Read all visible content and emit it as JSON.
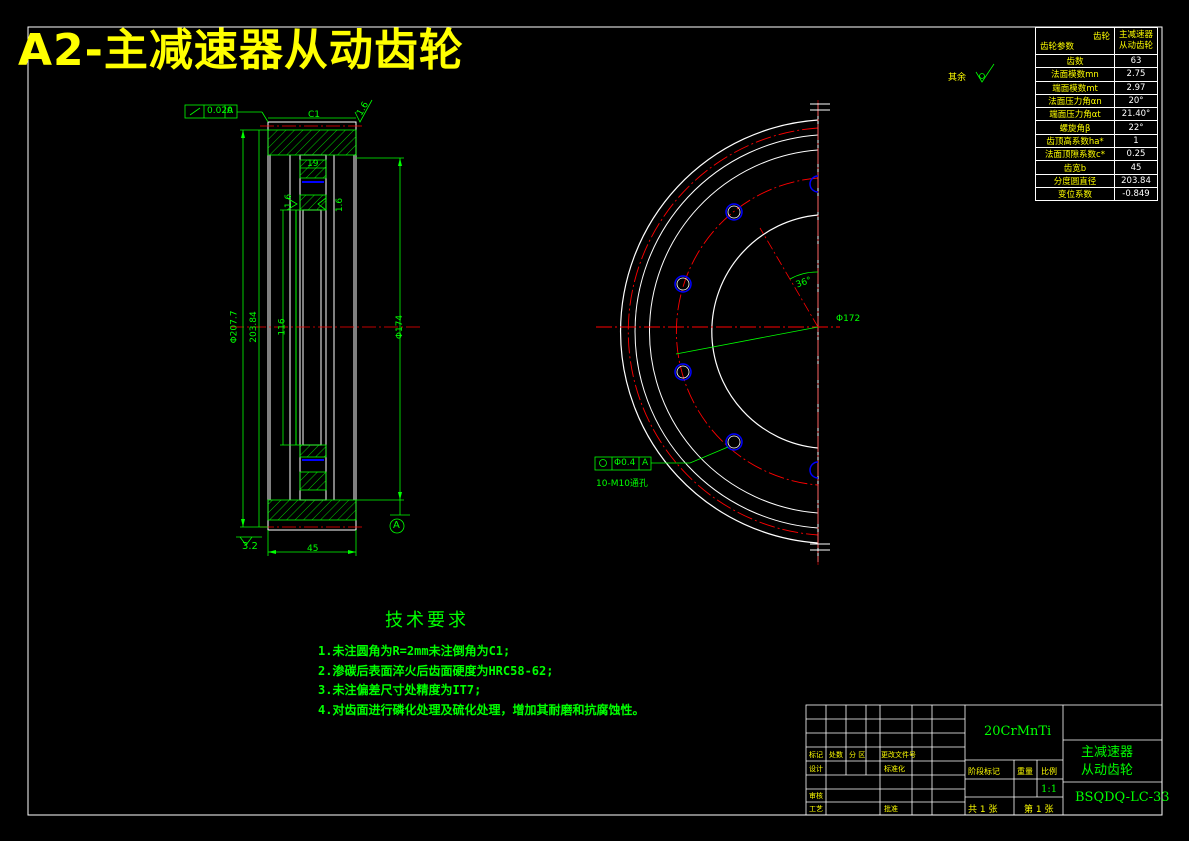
{
  "title": "A2-主减速器从动齿轮",
  "gear_params": {
    "header_left": "齿轮参数",
    "header_mid": "齿轮",
    "header_right": "主减速器从动齿轮",
    "rows": [
      {
        "label": "齿数",
        "value": "63"
      },
      {
        "label": "法面模数mn",
        "value": "2.75"
      },
      {
        "label": "端面模数mt",
        "value": "2.97"
      },
      {
        "label": "法面压力角αn",
        "value": "20°"
      },
      {
        "label": "端面压力角αt",
        "value": "21.40°"
      },
      {
        "label": "螺旋角β",
        "value": "22°"
      },
      {
        "label": "齿顶高系数ha*",
        "value": "1"
      },
      {
        "label": "法面顶隙系数c*",
        "value": "0.25"
      },
      {
        "label": "齿宽b",
        "value": "45"
      },
      {
        "label": "分度圆直径",
        "value": "203.84"
      },
      {
        "label": "变位系数",
        "value": "-0.849"
      }
    ]
  },
  "annotations": {
    "other_roughness": "其余",
    "runout_tol": "0.020",
    "datum": "A",
    "chamfer": "C1",
    "rough_top": "1.6",
    "rough_left": "1.6",
    "rough_right": "1.6",
    "rough_bottom": "3.2",
    "dim_19": "19",
    "dim_116": "116",
    "dim_outer": "Φ207.7",
    "dim_203": "203.84",
    "dim_174": "Φ174",
    "dim_45": "45",
    "dim_172": "Φ172",
    "angle_36": "36°",
    "pos_tol": "Φ0.4",
    "holes": "10-M10通孔"
  },
  "requirements": {
    "title": "技术要求",
    "items": [
      "1.未注圆角为R=2mm未注倒角为C1;",
      "2.渗碳后表面淬火后齿面硬度为HRC58-62;",
      "3.未注偏差尺寸处精度为IT7;",
      "4.对齿面进行磷化处理及硫化处理，增加其耐磨和抗腐蚀性。"
    ]
  },
  "title_block": {
    "material": "20CrMnTi",
    "part_name_1": "主减速器",
    "part_name_2": "从动齿轮",
    "drawing_no": "BSQDQ-LC-33",
    "scale_label": "比例",
    "scale": "1:1",
    "stage_label": "阶段标记",
    "weight_label": "重量",
    "sheet_total": "共 1 张",
    "sheet_no": "第 1 张",
    "c_mark": "标记",
    "c_count": "处数",
    "c_zone": "分 区",
    "c_docno": "更改文件号",
    "c_design": "设计",
    "c_std": "标准化",
    "c_review": "审核",
    "c_craft": "工艺",
    "c_approve": "批准"
  },
  "colors": {
    "background": "#000000",
    "frame": "#ffffff",
    "dimension": "#00ff00",
    "centerline": "#ff0000",
    "hatch": "#00ff00",
    "title": "#ffff00",
    "hole": "#0000ff"
  }
}
